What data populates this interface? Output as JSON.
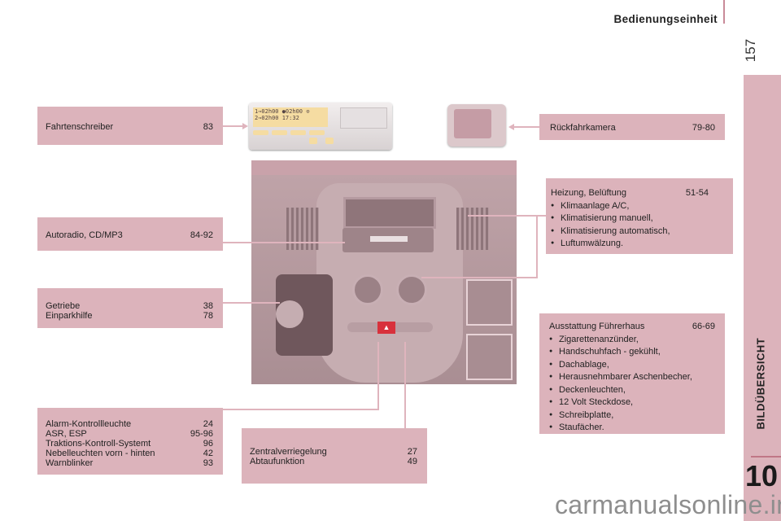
{
  "header": {
    "title": "Bedienungseinheit",
    "page_number": "157"
  },
  "side": {
    "section_label": "BILDÜBERSICHT",
    "chapter_number": "10"
  },
  "watermark": "carmanualsonline.info",
  "colors": {
    "accent": "#dcb3bb",
    "rule": "#c98a98",
    "hazard": "#d8313c"
  },
  "callouts": {
    "tachograph": {
      "rows": [
        {
          "label": "Fahrtenschreiber",
          "page": "83"
        }
      ]
    },
    "radio": {
      "rows": [
        {
          "label": "Autoradio, CD/MP3",
          "page": "84-92"
        }
      ]
    },
    "gearbox": {
      "rows": [
        {
          "label": "Getriebe",
          "page": "38"
        },
        {
          "label": "Einparkhilfe",
          "page": "78"
        }
      ]
    },
    "warning": {
      "rows": [
        {
          "label": "Alarm-Kontrollleuchte",
          "page": "24"
        },
        {
          "label": "ASR, ESP",
          "page": "95-96"
        },
        {
          "label": "Traktions-Kontroll-Systemt",
          "page": "96"
        },
        {
          "label": "Nebelleuchten vorn - hinten",
          "page": "42"
        },
        {
          "label": "Warnblinker",
          "page": "93"
        }
      ]
    },
    "locking": {
      "rows": [
        {
          "label": "Zentralverriegelung",
          "page": "27"
        },
        {
          "label": "Abtaufunktion",
          "page": "49"
        }
      ]
    },
    "camera": {
      "rows": [
        {
          "label": "Rückfahrkamera",
          "page": "79-80"
        }
      ]
    },
    "heating": {
      "title": "Heizung, Belüftung",
      "page": "51-54",
      "bullets": [
        "Klimaanlage A/C,",
        "Klimatisierung manuell,",
        "Klimatisierung automatisch,",
        "Luftumwälzung."
      ]
    },
    "cab": {
      "title": "Ausstattung Führerhaus",
      "page": "66-69",
      "bullets": [
        "Zigarettenanzünder,",
        "Handschuhfach - gekühlt,",
        "Dachablage,",
        "Herausnehmbarer Aschenbecher,",
        "Deckenleuchten,",
        "12 Volt Steckdose,",
        "Schreibplatte,",
        "Staufächer."
      ]
    },
    "bullet_glyph": "●"
  },
  "tachograph_display": {
    "line1": "1⇒02h00 ●02h00 ⊙",
    "line2": "2⇒02h00     17:32"
  }
}
